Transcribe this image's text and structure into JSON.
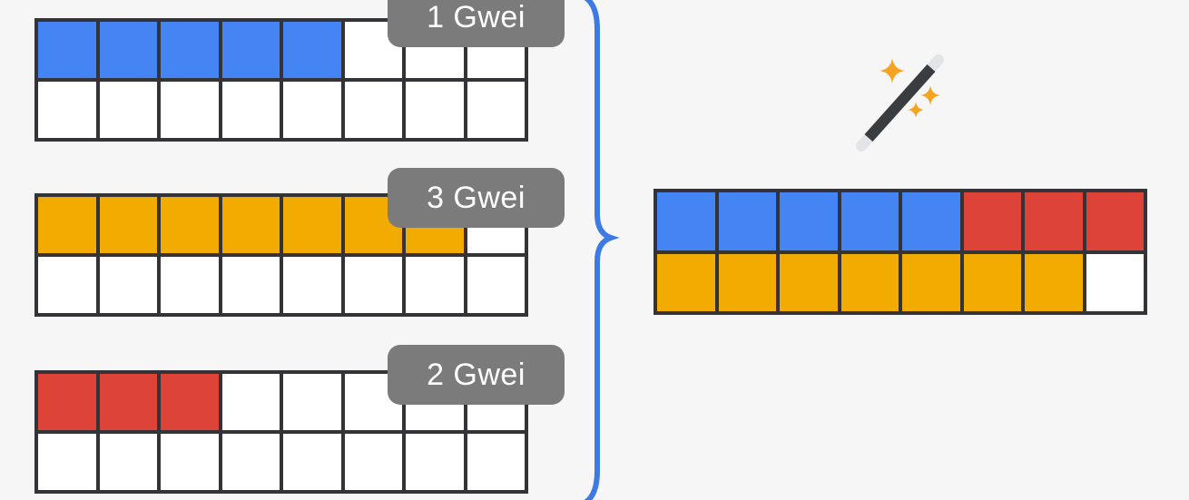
{
  "background": "#f6f6f7",
  "colors": {
    "blue": "#4484f3",
    "yellow": "#f2ab00",
    "red": "#dd4437",
    "white": "#ffffff"
  },
  "accents": {
    "grid_border": "#343438",
    "badge_bg": "#7b7b7b",
    "badge_text": "#ffffff",
    "brace": "#3d7ae5",
    "wand_rod": "#3a3d40",
    "wand_tip": "#e3e4e8",
    "sparkle": "#f5a321"
  },
  "input_grids": [
    {
      "badge": "1 Gwei",
      "rows": [
        [
          "blue",
          "blue",
          "blue",
          "blue",
          "blue",
          "white",
          "white",
          "white"
        ],
        [
          "white",
          "white",
          "white",
          "white",
          "white",
          "white",
          "white",
          "white"
        ]
      ]
    },
    {
      "badge": "3 Gwei",
      "rows": [
        [
          "yellow",
          "yellow",
          "yellow",
          "yellow",
          "yellow",
          "yellow",
          "yellow",
          "white"
        ],
        [
          "white",
          "white",
          "white",
          "white",
          "white",
          "white",
          "white",
          "white"
        ]
      ]
    },
    {
      "badge": "2 Gwei",
      "rows": [
        [
          "red",
          "red",
          "red",
          "white",
          "white",
          "white",
          "white",
          "white"
        ],
        [
          "white",
          "white",
          "white",
          "white",
          "white",
          "white",
          "white",
          "white"
        ]
      ]
    }
  ],
  "result_grid": {
    "rows": [
      [
        "blue",
        "blue",
        "blue",
        "blue",
        "blue",
        "red",
        "red",
        "red"
      ],
      [
        "yellow",
        "yellow",
        "yellow",
        "yellow",
        "yellow",
        "yellow",
        "yellow",
        "white"
      ]
    ]
  },
  "icons": {
    "magic_wand": "magic-wand-sparkles",
    "brace": "right-curly-brace"
  }
}
